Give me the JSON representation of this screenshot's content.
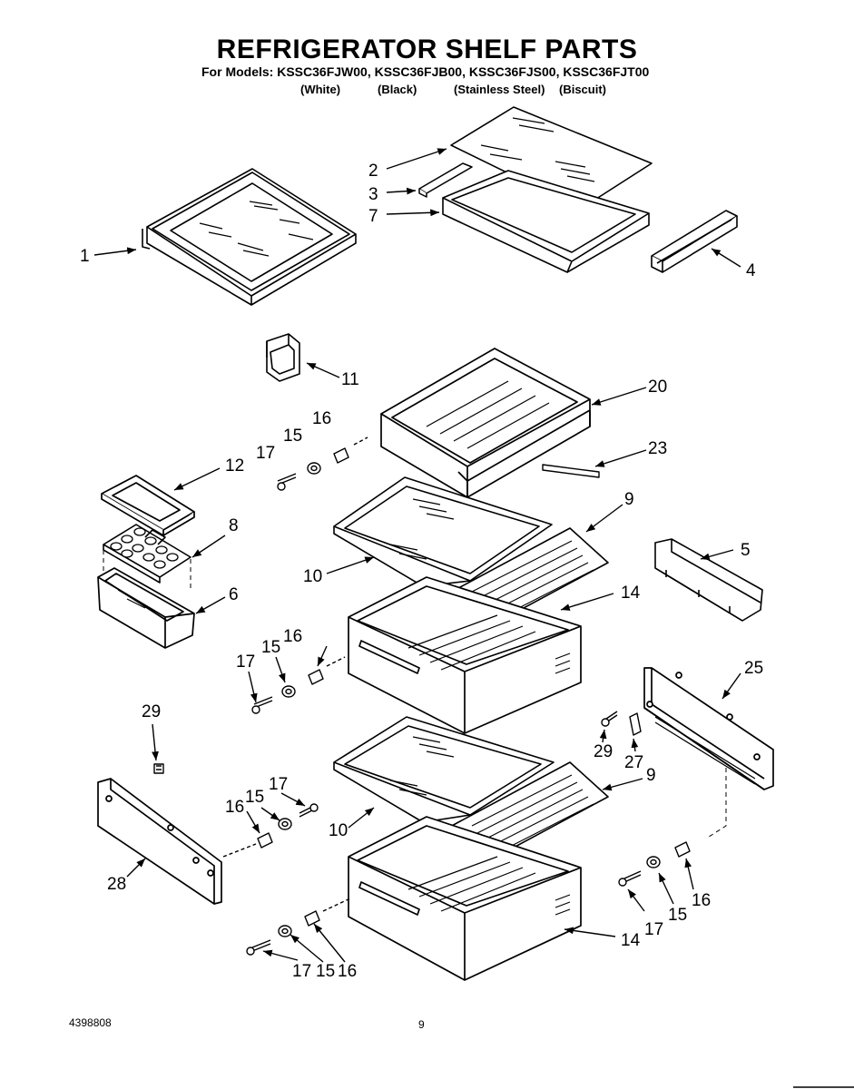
{
  "title": "REFRIGERATOR SHELF PARTS",
  "models_line": "For Models: KSSC36FJW00, KSSC36FJB00, KSSC36FJS00, KSSC36FJT00",
  "colors": [
    "(White)",
    "(Black)",
    "(Stainless Steel)",
    "(Biscuit)"
  ],
  "callouts": {
    "c1": "1",
    "c2": "2",
    "c3": "3",
    "c7": "7",
    "c4": "4",
    "c11": "11",
    "c20": "20",
    "c16a": "16",
    "c15a": "15",
    "c17a": "17",
    "c23": "23",
    "c12": "12",
    "c9a": "9",
    "c8": "8",
    "c5": "5",
    "c10a": "10",
    "c6": "6",
    "c14a": "14",
    "c16b": "16",
    "c15b": "15",
    "c17b": "17",
    "c25": "25",
    "c29a": "29",
    "c29b": "29",
    "c27": "27",
    "c9b": "9",
    "c17c": "17",
    "c16c": "16",
    "c15c": "15",
    "c10b": "10",
    "c28": "28",
    "c16d": "16",
    "c15d": "15",
    "c17d": "17",
    "c14b": "14",
    "c17e": "17",
    "c15e": "15",
    "c16e": "16"
  },
  "footer": {
    "doc_number": "4398808",
    "page_number": "9"
  }
}
